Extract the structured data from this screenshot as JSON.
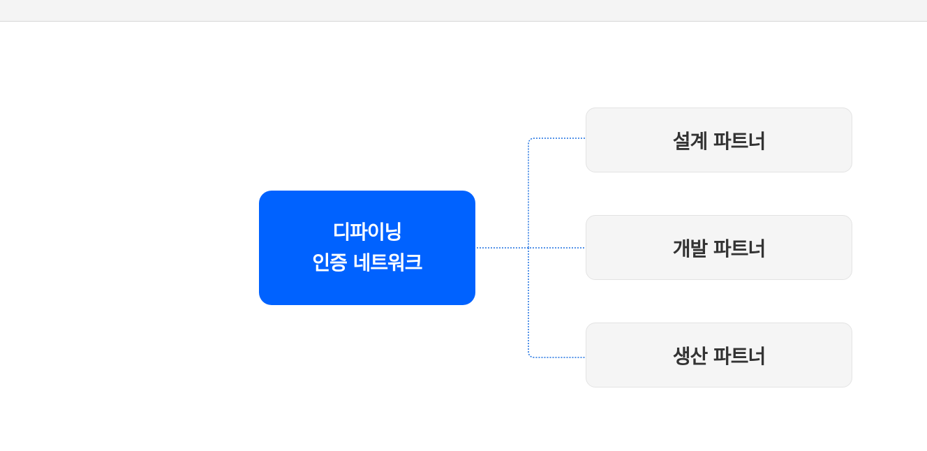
{
  "diagram": {
    "center": {
      "line1": "디파이닝",
      "line2": "인증 네트워크"
    },
    "partners": [
      {
        "label": "설계 파트너"
      },
      {
        "label": "개발 파트너"
      },
      {
        "label": "생산 파트너"
      }
    ]
  },
  "colors": {
    "accent": "#0062ff",
    "connector": "#1a6fe0",
    "partner_bg": "#f5f5f5",
    "partner_text": "#333333",
    "top_strip": "#f4f4f4"
  }
}
